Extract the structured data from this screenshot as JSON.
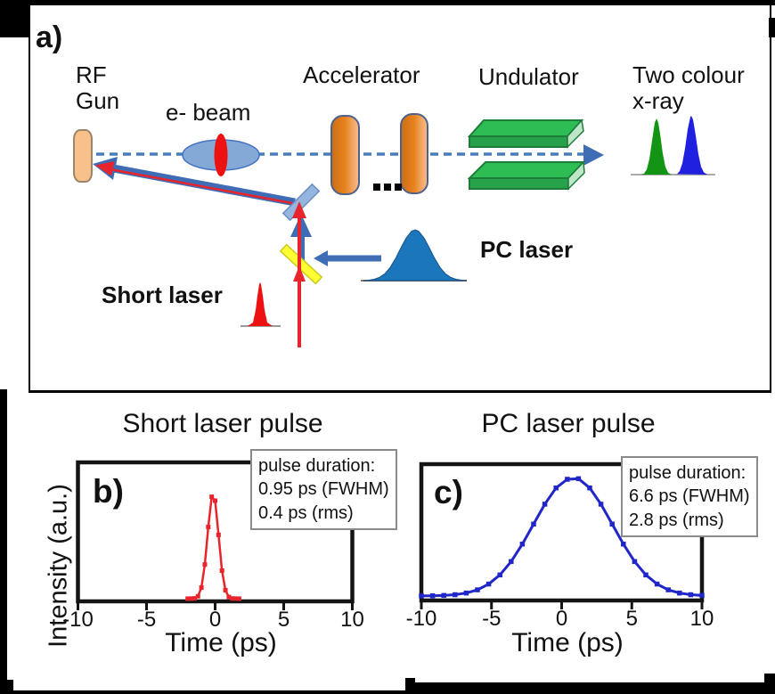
{
  "colors": {
    "beam_blue": "#3e6cb5",
    "dash_blue": "#4a7ebb",
    "mirror_blue": "#94b5de",
    "ellipse_blue": "#85a9d6",
    "laser_red": "#e8242c",
    "pc_blue": "#1c76bc",
    "disk_orange": "#e8821e",
    "gun_tan": "#f8c08a",
    "undulator_green": "#2ca64c",
    "xray_green": "#149414",
    "xray_blue": "#2020e0",
    "splitter_yellow": "#ffff33",
    "curve_red": "#e8242c",
    "curve_blue": "#2026c8"
  },
  "diagram": {
    "panel_label": "a)",
    "rf_gun": "RF\nGun",
    "e_beam": "e- beam",
    "accelerator": "Accelerator",
    "undulator": "Undulator",
    "two_colour": "Two colour\nx-ray",
    "dots": "...",
    "pc_laser": "PC laser",
    "short_laser": "Short laser"
  },
  "chart_data": [
    {
      "id": "b",
      "type": "line",
      "title": "Short laser pulse",
      "panel_label": "b)",
      "xlabel": "Time (ps)",
      "ylabel": "Intensity (a.u.)",
      "xlim": [
        -10,
        10
      ],
      "xticks": [
        -10,
        -5,
        0,
        5,
        10
      ],
      "grid": false,
      "legend_position": "top-right",
      "annotation": [
        "pulse duration:",
        "0.95 ps (FWHM)",
        "0.4 ps (rms)"
      ],
      "series_color": "#e8242c",
      "x": [
        -2,
        -1.75,
        -1.5,
        -1.25,
        -1,
        -0.75,
        -0.5,
        -0.25,
        0,
        0.25,
        0.5,
        0.75,
        1,
        1.25,
        1.5,
        1.75
      ],
      "y": [
        0,
        0.001,
        0.003,
        0.023,
        0.105,
        0.325,
        0.682,
        0.969,
        0.932,
        0.607,
        0.267,
        0.08,
        0.016,
        0.002,
        0.001,
        0
      ]
    },
    {
      "id": "c",
      "type": "line",
      "title": "PC laser pulse",
      "panel_label": "c)",
      "xlabel": "Time (ps)",
      "ylabel": "",
      "xlim": [
        -10,
        10
      ],
      "xticks": [
        -10,
        -5,
        0,
        5,
        10
      ],
      "grid": false,
      "legend_position": "top-right",
      "annotation": [
        "pulse duration:",
        "6.6 ps (FWHM)",
        "2.8 ps (rms)"
      ],
      "series_color": "#2026c8",
      "x": [
        -10,
        -9.2,
        -8.4,
        -7.6,
        -6.8,
        -6,
        -5.2,
        -4.4,
        -3.6,
        -2.8,
        -2,
        -1.2,
        -0.4,
        0.4,
        1.2,
        2,
        2.8,
        3.6,
        4.4,
        5.2,
        6,
        6.8,
        7.6,
        8.4,
        9.2,
        10
      ],
      "y": [
        0.001,
        0.002,
        0.005,
        0.011,
        0.025,
        0.052,
        0.101,
        0.178,
        0.291,
        0.438,
        0.607,
        0.775,
        0.912,
        0.985,
        0.99,
        0.912,
        0.775,
        0.607,
        0.438,
        0.291,
        0.178,
        0.101,
        0.052,
        0.025,
        0.011,
        0.005
      ]
    }
  ]
}
